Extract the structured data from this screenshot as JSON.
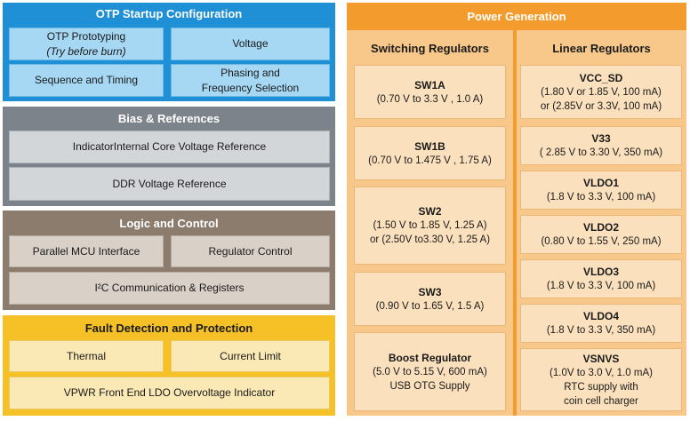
{
  "otp": {
    "title": "OTP Startup Configuration",
    "prototyping": "OTP Prototyping",
    "prototyping_note": "(Try before burn)",
    "voltage": "Voltage",
    "sequence": "Sequence and Timing",
    "phasing_1": "Phasing and",
    "phasing_2": "Frequency Selection"
  },
  "bias": {
    "title": "Bias & References",
    "internal": "IndicatorInternal Core Voltage Reference",
    "ddr": "DDR Voltage Reference"
  },
  "logic": {
    "title": "Logic and Control",
    "mcu": "Parallel MCU Interface",
    "regulator": "Regulator Control",
    "i2c": "I²C Communication & Registers"
  },
  "fault": {
    "title": "Fault Detection and Protection",
    "thermal": "Thermal",
    "current": "Current Limit",
    "vpwr": "VPWR Front End LDO Overvoltage Indicator"
  },
  "power": {
    "title": "Power Generation",
    "switching": {
      "title": "Switching Regulators",
      "items": [
        {
          "name": "SW1A",
          "lines": [
            "(0.70 V to 3.3 V , 1.0 A)"
          ]
        },
        {
          "name": "SW1B",
          "lines": [
            "(0.70 V to 1.475 V , 1.75 A)"
          ]
        },
        {
          "name": "SW2",
          "lines": [
            "(1.50 V to 1.85 V, 1.25 A)",
            "or (2.50V to3.30 V, 1.25 A)"
          ]
        },
        {
          "name": "SW3",
          "lines": [
            "(0.90 V to 1.65 V, 1.5 A)"
          ]
        },
        {
          "name": "Boost Regulator",
          "lines": [
            "(5.0 V to 5.15 V, 600 mA)",
            "USB OTG Supply"
          ]
        }
      ]
    },
    "linear": {
      "title": "Linear Regulators",
      "items": [
        {
          "name": "VCC_SD",
          "lines": [
            "(1.80 V or 1.85 V, 100 mA)",
            "or (2.85V or 3.3V, 100 mA)"
          ]
        },
        {
          "name": "V33",
          "lines": [
            "( 2.85 V to 3.30 V, 350 mA)"
          ]
        },
        {
          "name": "VLDO1",
          "lines": [
            "(1.8 V to 3.3 V, 100 mA)"
          ]
        },
        {
          "name": "VLDO2",
          "lines": [
            "(0.80 V to 1.55 V, 250 mA)"
          ]
        },
        {
          "name": "VLDO3",
          "lines": [
            "(1.8 V to 3.3 V, 100 mA)"
          ]
        },
        {
          "name": "VLDO4",
          "lines": [
            "(1.8 V to 3.3 V, 350 mA)"
          ]
        },
        {
          "name": "VSNVS",
          "lines": [
            "(1.0V to 3.0 V, 1.0 mA)",
            "RTC supply with",
            "coin cell charger"
          ]
        }
      ]
    }
  }
}
